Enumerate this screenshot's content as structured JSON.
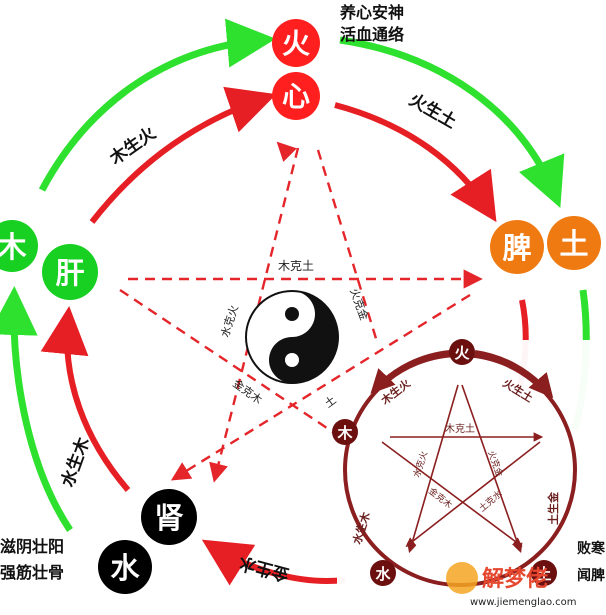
{
  "colors": {
    "fire": "#ff1f1f",
    "earth": "#f07a12",
    "wood": "#17d021",
    "water": "#000000",
    "generating_arrow": "#e61f24",
    "outer_arrow": "#2fe12f",
    "controlling_dashes": "#e4252a",
    "inset_line": "#8b1f1f",
    "inset_node": "#6b0f0f"
  },
  "nodes": {
    "fire_element": "火",
    "fire_organ": "心",
    "earth_organ": "脾",
    "earth_element": "土",
    "wood_element": "木",
    "wood_organ": "肝",
    "water_organ": "肾",
    "water_element": "水"
  },
  "annotations": {
    "fire_line1": "养心安神",
    "fire_line2": "活血通络",
    "water_line1": "滋阴壮阳",
    "water_line2": "强筋壮骨",
    "earth_partial1": "败寒",
    "earth_partial2": "闻脾"
  },
  "generating_labels": {
    "wood_fire": "木生火",
    "fire_earth": "火生土",
    "water_wood": "水生木",
    "metal_water": "金生水"
  },
  "controlling_labels": {
    "wood_earth": "木克土",
    "water_fire": "水克火",
    "fire_metal": "火克金",
    "metal_wood": "金克木",
    "partial": "土"
  },
  "inset": {
    "fire_element": "火",
    "wood_element": "木",
    "water_element": "水",
    "earth_element": "土",
    "wood_fire": "木生火",
    "fire_earth": "火生土",
    "water_wood": "水生木",
    "earth_metal": "土生金",
    "wood_earth": "木克土",
    "water_fire": "水克火",
    "fire_metal": "火克金",
    "metal_wood": "金克木",
    "earth_water": "土克水"
  },
  "watermark": {
    "brand": "解梦佬",
    "url": "www.jiemenglao.com"
  }
}
